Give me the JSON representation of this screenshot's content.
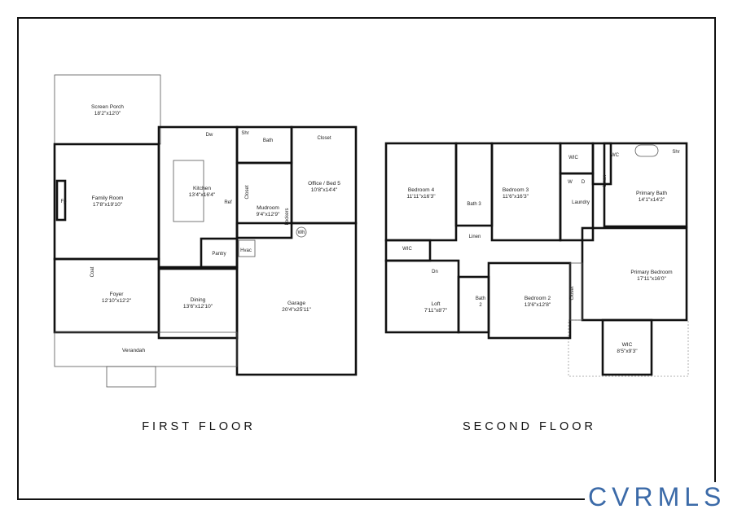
{
  "first_floor": {
    "title": "FIRST FLOOR",
    "rooms": {
      "screen_porch": {
        "name": "Screen Porch",
        "size": "18'2\"x12'0\""
      },
      "family_room": {
        "name": "Family Room",
        "size": "17'8\"x19'10\""
      },
      "kitchen": {
        "name": "Kitchen",
        "size": "13'4\"x16'4\""
      },
      "office": {
        "name": "Office / Bed 5",
        "size": "10'8\"x14'4\""
      },
      "mudroom": {
        "name": "Mudroom",
        "size": "9'4\"x12'9\""
      },
      "foyer": {
        "name": "Foyer",
        "size": "12'10\"x12'2\""
      },
      "dining": {
        "name": "Dining",
        "size": "13'6\"x12'10\""
      },
      "garage": {
        "name": "Garage",
        "size": "20'4\"x25'11\""
      },
      "verandah": {
        "name": "Verandah"
      }
    },
    "labels": {
      "fp": "Fp",
      "dw": "Dw",
      "ref": "Ref",
      "bath": "Bath",
      "shr": "Shr",
      "closet_top": "Closet",
      "closet_mud": "Closet",
      "lockers": "Lockers",
      "wh": "Wh",
      "pantry": "Pantry",
      "hvac": "Hvac",
      "coat": "Coat"
    }
  },
  "second_floor": {
    "title": "SECOND FLOOR",
    "rooms": {
      "bedroom4": {
        "name": "Bedroom 4",
        "size": "11'11\"x16'3\""
      },
      "bedroom3": {
        "name": "Bedroom 3",
        "size": "11'6\"x16'3\""
      },
      "primary_bath": {
        "name": "Primary Bath",
        "size": "14'1\"x14'2\""
      },
      "primary_bedroom": {
        "name": "Primary Bedroom",
        "size": "17'11\"x16'0\""
      },
      "bedroom2": {
        "name": "Bedroom 2",
        "size": "13'6\"x12'8\""
      },
      "loft": {
        "name": "Loft",
        "size": "7'11\"x8'7\""
      },
      "wic_primary": {
        "name": "WIC",
        "size": "8'5\"x9'3\""
      }
    },
    "labels": {
      "bath3": "Bath 3",
      "laundry": "Laundry",
      "wic_top": "WIC",
      "wc": "WC",
      "shr": "Shr",
      "linen_bath": "Linen",
      "linen_hall": "Linen",
      "wic_left": "WIC",
      "dn": "Dn",
      "bath2_a": "Bath",
      "bath2_b": "2",
      "closet": "Closet",
      "w": "W",
      "d": "D"
    }
  },
  "logo": "CVRMLS",
  "colors": {
    "logo": "#3b6aa8",
    "walls": "#111111"
  }
}
